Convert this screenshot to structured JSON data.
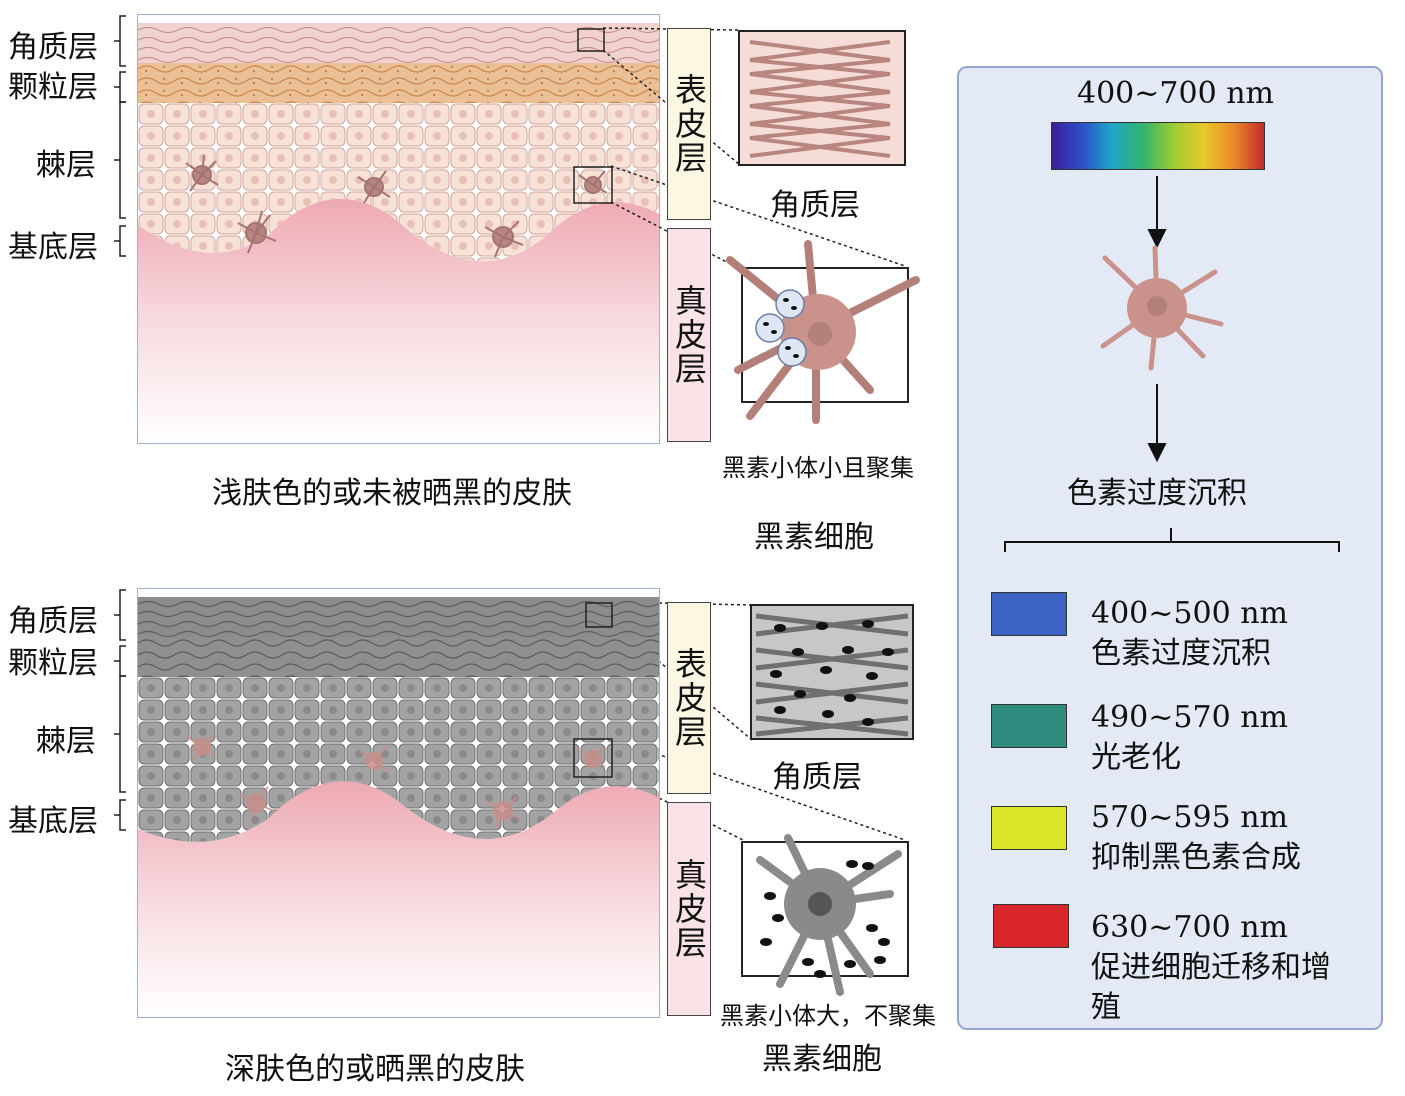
{
  "top_skin": {
    "layers": {
      "stratum_corneum": "角质层",
      "stratum_granulosum": "颗粒层",
      "stratum_spinosum": "棘层",
      "stratum_basale": "基底层"
    },
    "epidermis": "表皮层",
    "dermis": "真皮层",
    "caption": "浅肤色的或未被晒黑的皮肤",
    "inset_corneum_label": "角质层",
    "melanosome_note": "黑素小体小且聚集",
    "melanocyte_label": "黑素细胞"
  },
  "bottom_skin": {
    "layers": {
      "stratum_corneum": "角质层",
      "stratum_granulosum": "颗粒层",
      "stratum_spinosum": "棘层",
      "stratum_basale": "基底层"
    },
    "epidermis": "表皮层",
    "dermis": "真皮层",
    "caption": "深肤色的或晒黑的皮肤",
    "inset_corneum_label": "角质层",
    "melanosome_note": "黑素小体大，不聚集",
    "melanocyte_label": "黑素细胞"
  },
  "right_panel": {
    "spectrum_label": "400~700 nm",
    "result": "色素过度沉积",
    "legend": [
      {
        "range": "400~500 nm",
        "effect": "色素过度沉积",
        "color": "#3a63c4"
      },
      {
        "range": "490~570 nm",
        "effect": "光老化",
        "color": "#2e8b7d"
      },
      {
        "range": "570~595 nm",
        "effect": "抑制黑色素合成",
        "color": "#d9e62a"
      },
      {
        "range": "630~700 nm",
        "effect": "促进细胞迁移和增殖",
        "color": "#d9262a"
      }
    ]
  },
  "colors": {
    "light_skin": "#f6dcd2",
    "granular_light": "#e9b887",
    "dark_skin": "#9a9a9a",
    "dermis_pink": "#f0b7bf",
    "melanocyte": "#c48c86",
    "panel_bg": "#e3eaf6"
  }
}
